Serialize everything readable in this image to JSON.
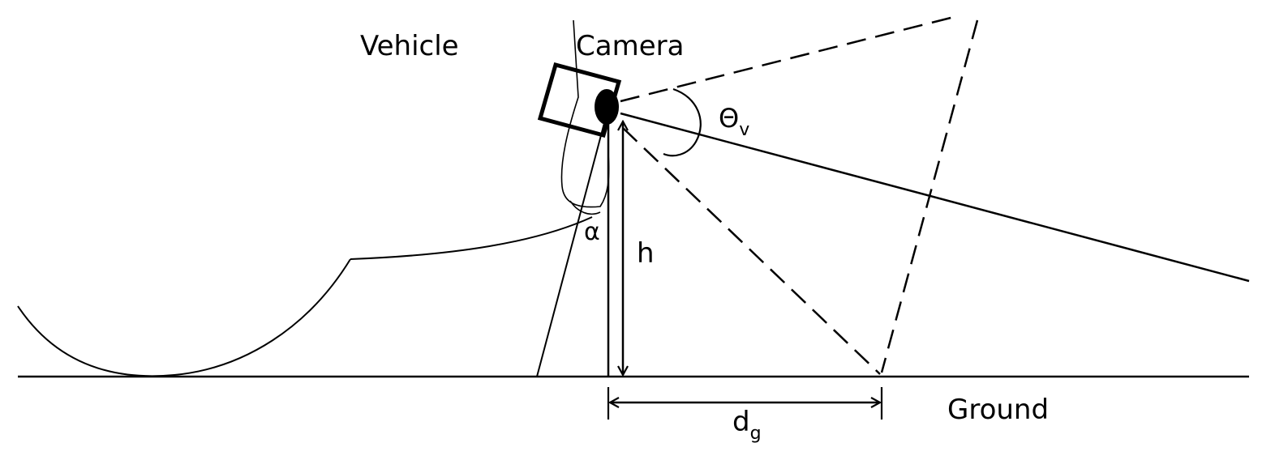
{
  "labels": {
    "vehicle": "Vehicle",
    "camera": "Camera",
    "ground": "Ground",
    "alpha": "α",
    "height": "h",
    "theta": "Θ",
    "theta_sub": "v",
    "distance": "d",
    "distance_sub": "g"
  },
  "colors": {
    "stroke": "#000000",
    "background": "#ffffff"
  }
}
